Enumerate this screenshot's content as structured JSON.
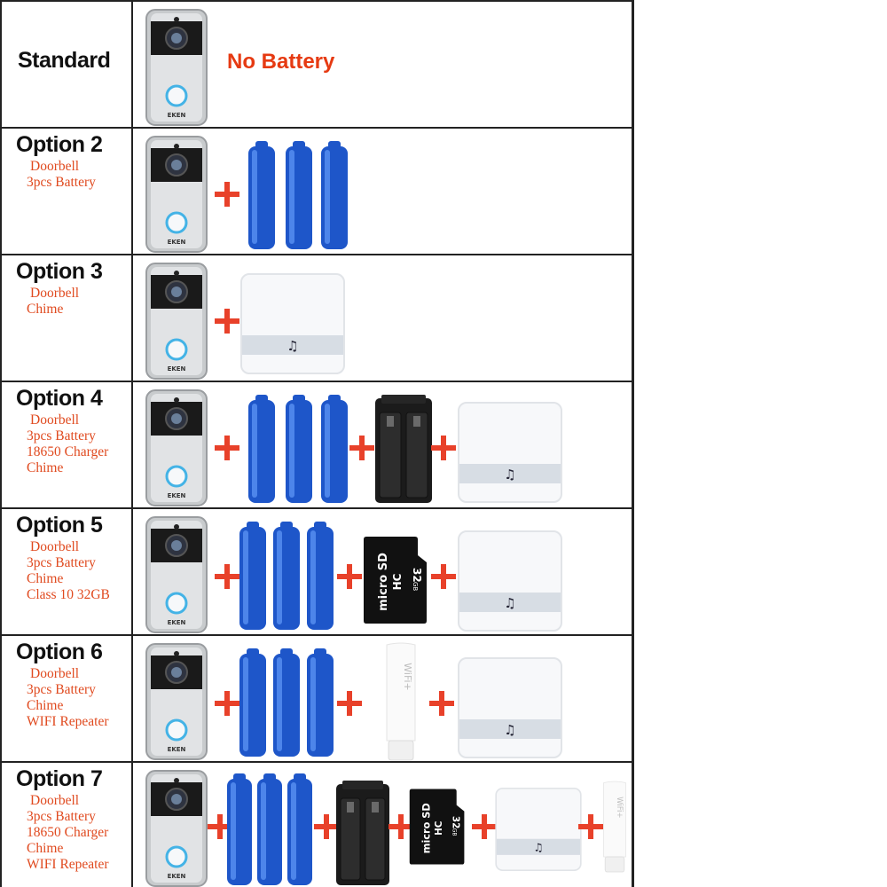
{
  "rows": [
    {
      "title": "Standard",
      "note": "No Battery",
      "details": []
    },
    {
      "title": "Option 2",
      "details": [
        "Doorbell",
        "3pcs Battery"
      ]
    },
    {
      "title": "Option 3",
      "details": [
        "Doorbell",
        "Chime"
      ]
    },
    {
      "title": "Option 4",
      "details": [
        "Doorbell",
        "3pcs Battery",
        "18650 Charger",
        "Chime"
      ]
    },
    {
      "title": "Option 5",
      "details": [
        "Doorbell",
        "3pcs Battery",
        "Chime",
        "Class 10  32GB"
      ]
    },
    {
      "title": "Option 6",
      "details": [
        "Doorbell",
        "3pcs Battery",
        "Chime",
        "WIFI Repeater"
      ]
    },
    {
      "title": "Option 7",
      "details": [
        "Doorbell",
        "3pcs Battery",
        "18650 Charger",
        "Chime",
        "WIFI Repeater"
      ]
    }
  ],
  "product_text": {
    "doorbell_brand": "EKEN",
    "sd_brand": "micro SD",
    "sd_capacity": "32",
    "sd_unit": "GB",
    "sd_class": "HC",
    "repeater_brand": "WiFi+"
  },
  "colors": {
    "accent": "#e04a1f",
    "battery": "#1e56c9",
    "plus": "#e8412a"
  }
}
